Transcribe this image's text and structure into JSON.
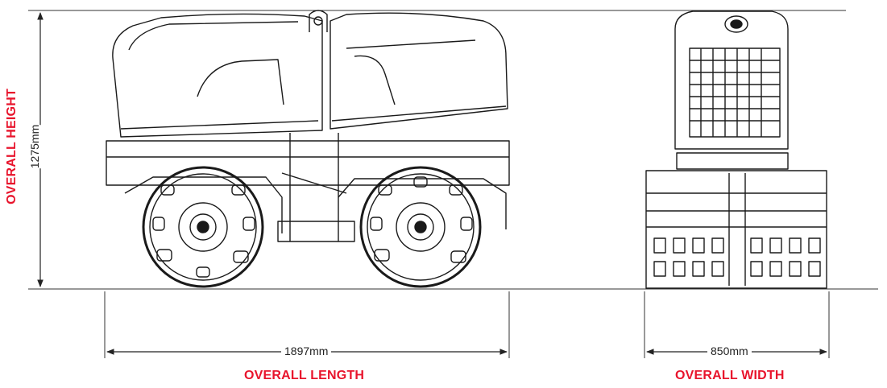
{
  "labels": {
    "overall_height": "OVERALL HEIGHT",
    "overall_length": "OVERALL LENGTH",
    "overall_width": "OVERALL WIDTH"
  },
  "dimensions": {
    "height": "1275mm",
    "length": "1897mm",
    "width": "850mm"
  },
  "colors": {
    "accent": "#e8142c",
    "line": "#222222"
  }
}
